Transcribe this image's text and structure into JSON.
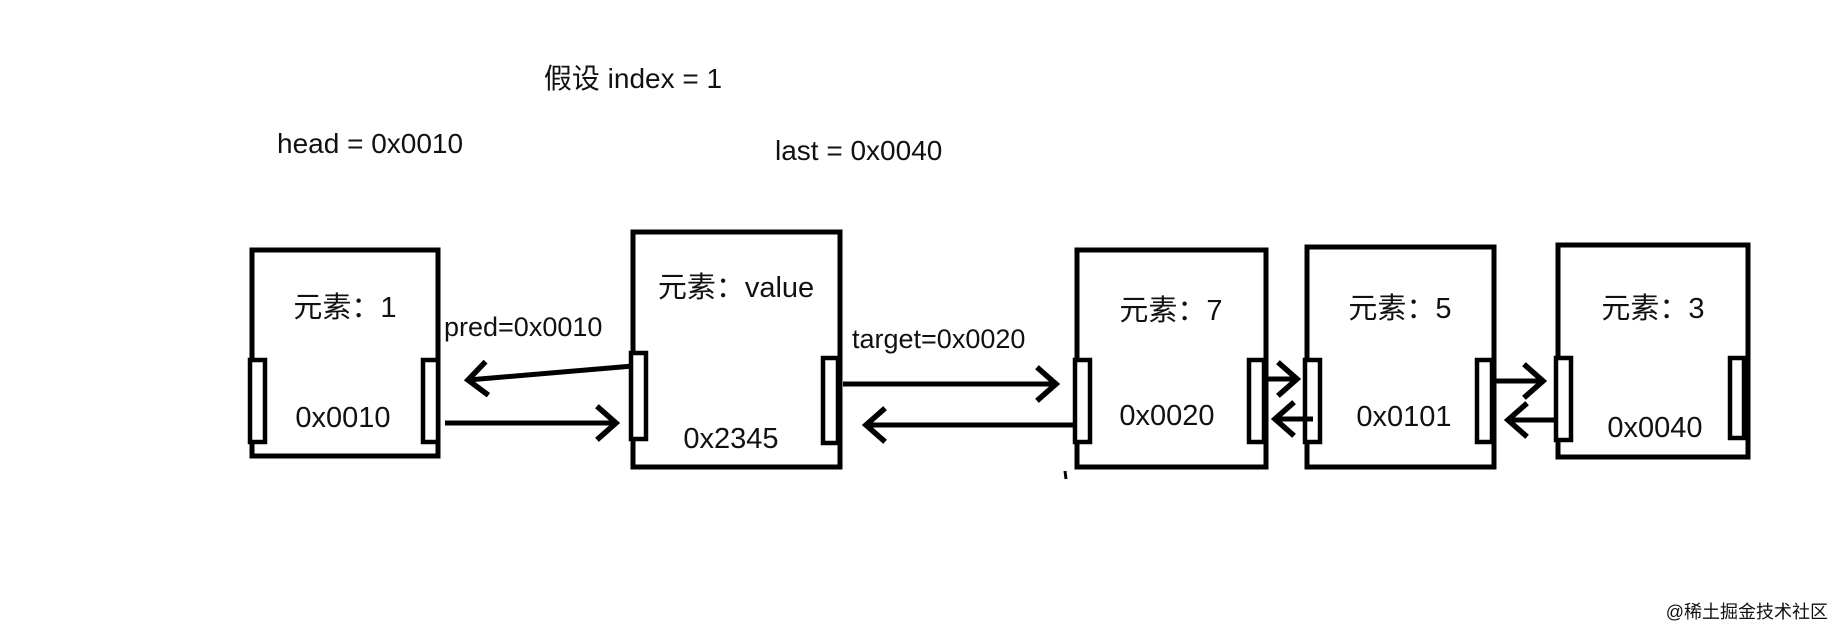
{
  "title": "假设 index = 1",
  "pointers": {
    "head": "head = 0x0010",
    "last": "last = 0x0040"
  },
  "edge_labels": {
    "pred": "pred=0x0010",
    "target": "target=0x0020"
  },
  "nodes": [
    {
      "element": "元素：1",
      "address": "0x0010"
    },
    {
      "element": "元素：value",
      "address": "0x2345"
    },
    {
      "element": "元素：7",
      "address": "0x0020"
    },
    {
      "element": "元素：5",
      "address": "0x0101"
    },
    {
      "element": "元素：3",
      "address": "0x0040"
    }
  ],
  "watermark": "@稀土掘金技术社区",
  "colors": {
    "pointer_text": "#1b9bdb",
    "diagram_stroke": "#000000",
    "watermark_text": "#c8c8c8"
  }
}
